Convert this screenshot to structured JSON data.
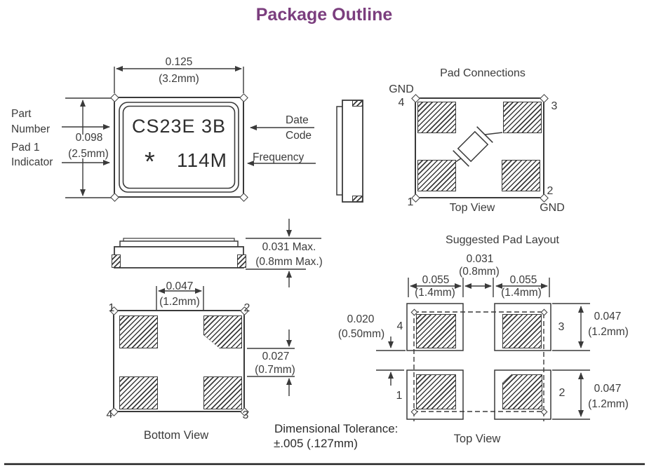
{
  "title": "Package Outline",
  "marking": {
    "dim_w_in": "0.125",
    "dim_w_mm": "(3.2mm)",
    "dim_h_in": "0.098",
    "dim_h_mm": "(2.5mm)",
    "part_number": "Part\nNumber",
    "pad1_indicator": "Pad 1\nIndicator",
    "date_code": "Date\nCode",
    "frequency": "Frequency",
    "line1": "CS23E 3B",
    "star": "*",
    "freq_code": "114M"
  },
  "pad_connections": {
    "title": "Pad Connections",
    "gnd_top": "GND",
    "gnd_bottom": "GND",
    "pin1": "1",
    "pin2": "2",
    "pin3": "3",
    "pin4": "4",
    "caption": "Top View"
  },
  "height_dim": {
    "inches": "0.031 Max.",
    "mm": "(0.8mm Max.)"
  },
  "bottom_view": {
    "gap_in": "0.047",
    "gap_mm": "(1.2mm)",
    "vgap_in": "0.027",
    "vgap_mm": "(0.7mm)",
    "pin1": "1",
    "pin2": "2",
    "pin3": "3",
    "pin4": "4",
    "caption": "Bottom View"
  },
  "pad_layout": {
    "title": "Suggested Pad Layout",
    "gap_in": "0.031",
    "gap_mm": "(0.8mm)",
    "padw_left_in": "0.055",
    "padw_left_mm": "(1.4mm)",
    "padw_right_in": "0.055",
    "padw_right_mm": "(1.4mm)",
    "offset_in": "0.020",
    "offset_mm": "(0.50mm)",
    "padh_top_in": "0.047",
    "padh_top_mm": "(1.2mm)",
    "padh_bot_in": "0.047",
    "padh_bot_mm": "(1.2mm)",
    "pin1": "1",
    "pin2": "2",
    "pin3": "3",
    "pin4": "4",
    "caption": "Top View"
  },
  "tolerance": {
    "line1": "Dimensional Tolerance:",
    "line2": "±.005 (.127mm)"
  },
  "colors": {
    "accent": "#7b3e7e",
    "line": "#3a3a3a"
  }
}
